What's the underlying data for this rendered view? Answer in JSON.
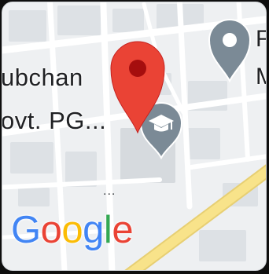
{
  "map": {
    "labels": {
      "place_line_1": "ubchan",
      "place_line_2": "ovt. PG...",
      "right_line_1": "F",
      "right_line_2": "M",
      "ellipsis": "..."
    },
    "branding": {
      "letters": [
        {
          "char": "G",
          "color": "#4285F4"
        },
        {
          "char": "o",
          "color": "#EA4335"
        },
        {
          "char": "o",
          "color": "#FBBC05"
        },
        {
          "char": "g",
          "color": "#4285F4"
        },
        {
          "char": "l",
          "color": "#34A853"
        },
        {
          "char": "e",
          "color": "#EA4335"
        }
      ]
    },
    "markers": {
      "selected": {
        "icon": "red-location-pin-icon",
        "color": "#EA4335",
        "dot_color": "#A50E0E"
      },
      "school": {
        "icon": "graduation-cap-icon",
        "color": "#7B8A96"
      },
      "poi": {
        "icon": "gray-location-pin-icon",
        "color": "#7B8A96"
      }
    },
    "colors": {
      "background": "#EEF0F2",
      "road": "#FFFFFF",
      "highway": "#F8E38A",
      "block": "#DDE1E5"
    }
  }
}
